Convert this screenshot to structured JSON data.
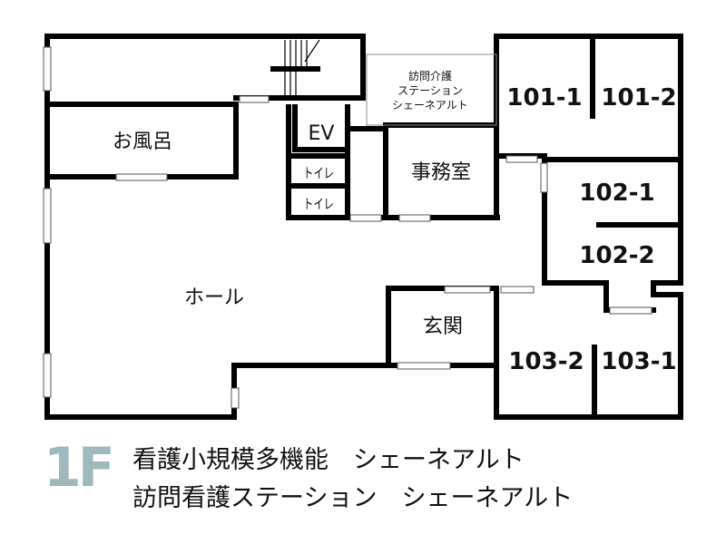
{
  "rooms": {
    "bath": "お風呂",
    "ev": "EV",
    "toilet_1": "トイレ",
    "toilet_2": "トイレ",
    "office": "事務室",
    "hall": "ホール",
    "entrance": "玄関",
    "station_lines": [
      "訪問介護",
      "ステーション",
      "シェーネアルト"
    ],
    "r101_1": "101-1",
    "r101_2": "101-2",
    "r102_1": "102-1",
    "r102_2": "102-2",
    "r103_1": "103-1",
    "r103_2": "103-2"
  },
  "caption": {
    "floor": "1F",
    "line1": "看護小規模多機能　シェーネアルト",
    "line2": "訪問看護ステーション　シェーネアルト"
  },
  "colors": {
    "wall": "#000000",
    "floor_badge": "#9fb8bd",
    "text": "#111111"
  }
}
